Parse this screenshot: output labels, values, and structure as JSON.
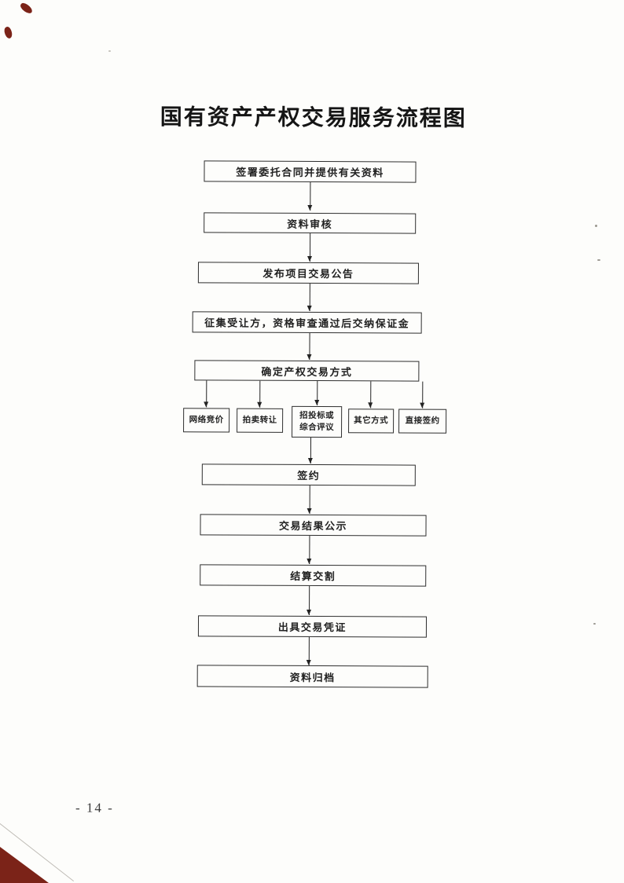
{
  "page": {
    "title": "国有资产产权交易服务流程图",
    "page_number": "- 14 -"
  },
  "flow": {
    "steps_top": [
      "签署委托合同并提供有关资料",
      "资料审核",
      "发布项目交易公告",
      "征集受让方，资格审查通过后交纳保证金",
      "确定产权交易方式"
    ],
    "methods": [
      "网络竞价",
      "拍卖转让",
      "招投标或综合评议",
      "其它方式",
      "直接签约"
    ],
    "steps_bottom": [
      "签约",
      "交易结果公示",
      "结算交割",
      "出具交易凭证",
      "资料归档"
    ]
  },
  "colors": {
    "scan_stain": "#7b2318",
    "ink": "#222222"
  }
}
